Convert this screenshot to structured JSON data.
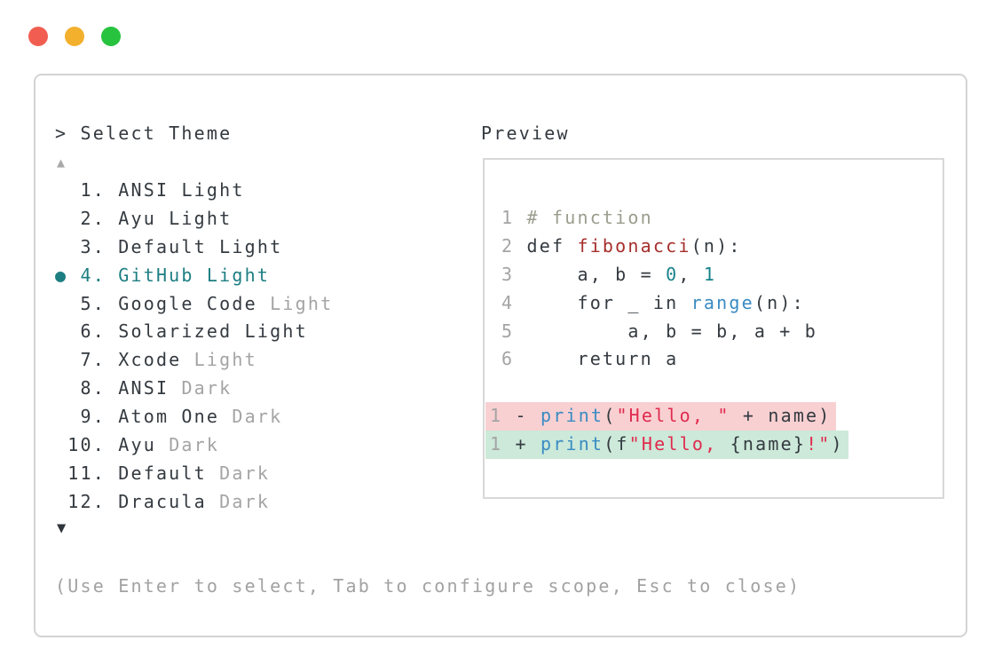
{
  "window_controls": {
    "close_color": "#f15e51",
    "minimize_color": "#f2b02d",
    "zoom_color": "#27c33f"
  },
  "theme_picker": {
    "title": "> Select Theme",
    "scroll_up_icon": "▲",
    "scroll_down_icon": "▼",
    "selected_color": "#1d7e82",
    "items": [
      {
        "number": "1",
        "name": "ANSI",
        "variant": "Light",
        "variant_dim": false,
        "selected": false
      },
      {
        "number": "2",
        "name": "Ayu",
        "variant": "Light",
        "variant_dim": false,
        "selected": false
      },
      {
        "number": "3",
        "name": "Default",
        "variant": "Light",
        "variant_dim": false,
        "selected": false
      },
      {
        "number": "4",
        "name": "GitHub",
        "variant": "Light",
        "variant_dim": false,
        "selected": true
      },
      {
        "number": "5",
        "name": "Google Code",
        "variant": "Light",
        "variant_dim": true,
        "selected": false
      },
      {
        "number": "6",
        "name": "Solarized",
        "variant": "Light",
        "variant_dim": false,
        "selected": false
      },
      {
        "number": "7",
        "name": "Xcode",
        "variant": "Light",
        "variant_dim": true,
        "selected": false
      },
      {
        "number": "8",
        "name": "ANSI",
        "variant": "Dark",
        "variant_dim": true,
        "selected": false
      },
      {
        "number": "9",
        "name": "Atom One",
        "variant": "Dark",
        "variant_dim": true,
        "selected": false
      },
      {
        "number": "10",
        "name": "Ayu",
        "variant": "Dark",
        "variant_dim": true,
        "selected": false
      },
      {
        "number": "11",
        "name": "Default",
        "variant": "Dark",
        "variant_dim": true,
        "selected": false
      },
      {
        "number": "12",
        "name": "Dracula",
        "variant": "Dark",
        "variant_dim": true,
        "selected": false
      }
    ],
    "hint": "(Use Enter to select, Tab to configure scope, Esc to close)"
  },
  "preview": {
    "label": "Preview",
    "lines": [
      {
        "num": "1",
        "diff": null,
        "tokens": [
          {
            "c": "comment",
            "t": "# function"
          }
        ]
      },
      {
        "num": "2",
        "diff": null,
        "tokens": [
          {
            "c": "dark",
            "t": "def "
          },
          {
            "c": "func",
            "t": "fibonacci"
          },
          {
            "c": "dark",
            "t": "(n):"
          }
        ]
      },
      {
        "num": "3",
        "diff": null,
        "tokens": [
          {
            "c": "dark",
            "t": "    a, b = "
          },
          {
            "c": "num",
            "t": "0"
          },
          {
            "c": "dark",
            "t": ", "
          },
          {
            "c": "num",
            "t": "1"
          }
        ]
      },
      {
        "num": "4",
        "diff": null,
        "tokens": [
          {
            "c": "dark",
            "t": "    for _ in "
          },
          {
            "c": "blue",
            "t": "range"
          },
          {
            "c": "dark",
            "t": "(n):"
          }
        ]
      },
      {
        "num": "5",
        "diff": null,
        "tokens": [
          {
            "c": "dark",
            "t": "        a, b = b, a + b"
          }
        ]
      },
      {
        "num": "6",
        "diff": null,
        "tokens": [
          {
            "c": "dark",
            "t": "    return a"
          }
        ]
      },
      {
        "num": "",
        "diff": null,
        "tokens": []
      },
      {
        "num": "1",
        "diff": "del",
        "tokens": [
          {
            "c": "dark",
            "t": "- "
          },
          {
            "c": "blue",
            "t": "print"
          },
          {
            "c": "dark",
            "t": "("
          },
          {
            "c": "str",
            "t": "\"Hello, \""
          },
          {
            "c": "dark",
            "t": " + name)"
          }
        ]
      },
      {
        "num": "1",
        "diff": "add",
        "tokens": [
          {
            "c": "dark",
            "t": "+ "
          },
          {
            "c": "blue",
            "t": "print"
          },
          {
            "c": "dark",
            "t": "(f"
          },
          {
            "c": "str",
            "t": "\"Hello, "
          },
          {
            "c": "dark",
            "t": "{name}"
          },
          {
            "c": "str",
            "t": "!\""
          },
          {
            "c": "dark",
            "t": ")"
          }
        ]
      }
    ]
  },
  "colors": {
    "text": "#343a40",
    "muted": "#a4a4a4",
    "comment": "#9b9d8e",
    "function": "#a52f2c",
    "string": "#e02b4e",
    "builtin": "#3a8bc2",
    "number": "#17828a",
    "selected_teal": "#1d7e82",
    "diff_del_bg": "#f8d0d2",
    "diff_add_bg": "#cce9d9",
    "window_border": "#d3d3d3",
    "preview_border": "#d8d8d8"
  }
}
